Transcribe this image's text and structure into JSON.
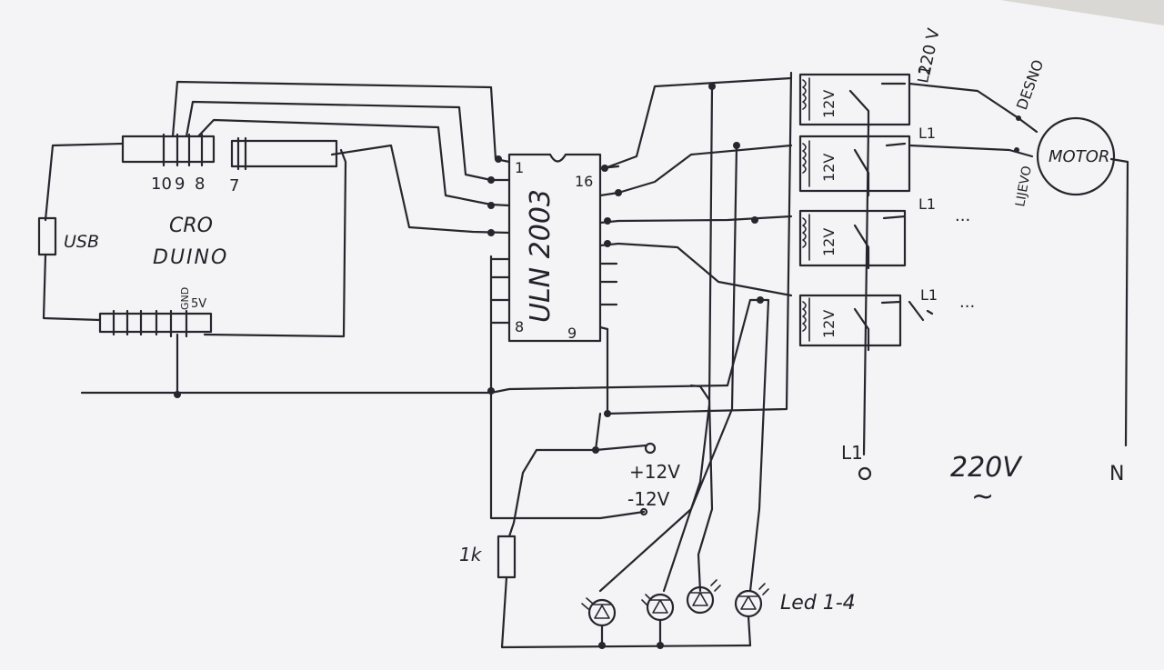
{
  "board": {
    "label_line1": "CRO",
    "label_line2": "DUINO",
    "usb_label": "USB"
  },
  "header_top": {
    "pins": [
      "10",
      "9",
      "8",
      "7"
    ]
  },
  "header_bottom": {
    "gnd_label": "GND",
    "v5_label": "5V"
  },
  "driver": {
    "name": "ULN 2003",
    "pin1": "1",
    "pin16": "16",
    "pin8": "8",
    "pin9": "9"
  },
  "relays": [
    {
      "coil_label": "12V",
      "line_label": "L1"
    },
    {
      "coil_label": "12V",
      "line_label": "L1"
    },
    {
      "coil_label": "12V",
      "line_label": "L1"
    },
    {
      "coil_label": "12V",
      "line_label": "L1"
    }
  ],
  "relay_dots": "...",
  "motor": {
    "label": "MOTOR",
    "dir_right": "DESNO",
    "dir_left": "LIJEVO",
    "supply_label": "220 V"
  },
  "mains": {
    "label": "220V",
    "symbol": "~",
    "phase_label": "L1",
    "neutral_label": "N"
  },
  "power": {
    "plus": "+12V",
    "minus": "-12V"
  },
  "resistor_label": "1k",
  "leds_label": "Led 1-4",
  "colors": {
    "paper": "#f4f4f6",
    "ink": "#26262e"
  }
}
